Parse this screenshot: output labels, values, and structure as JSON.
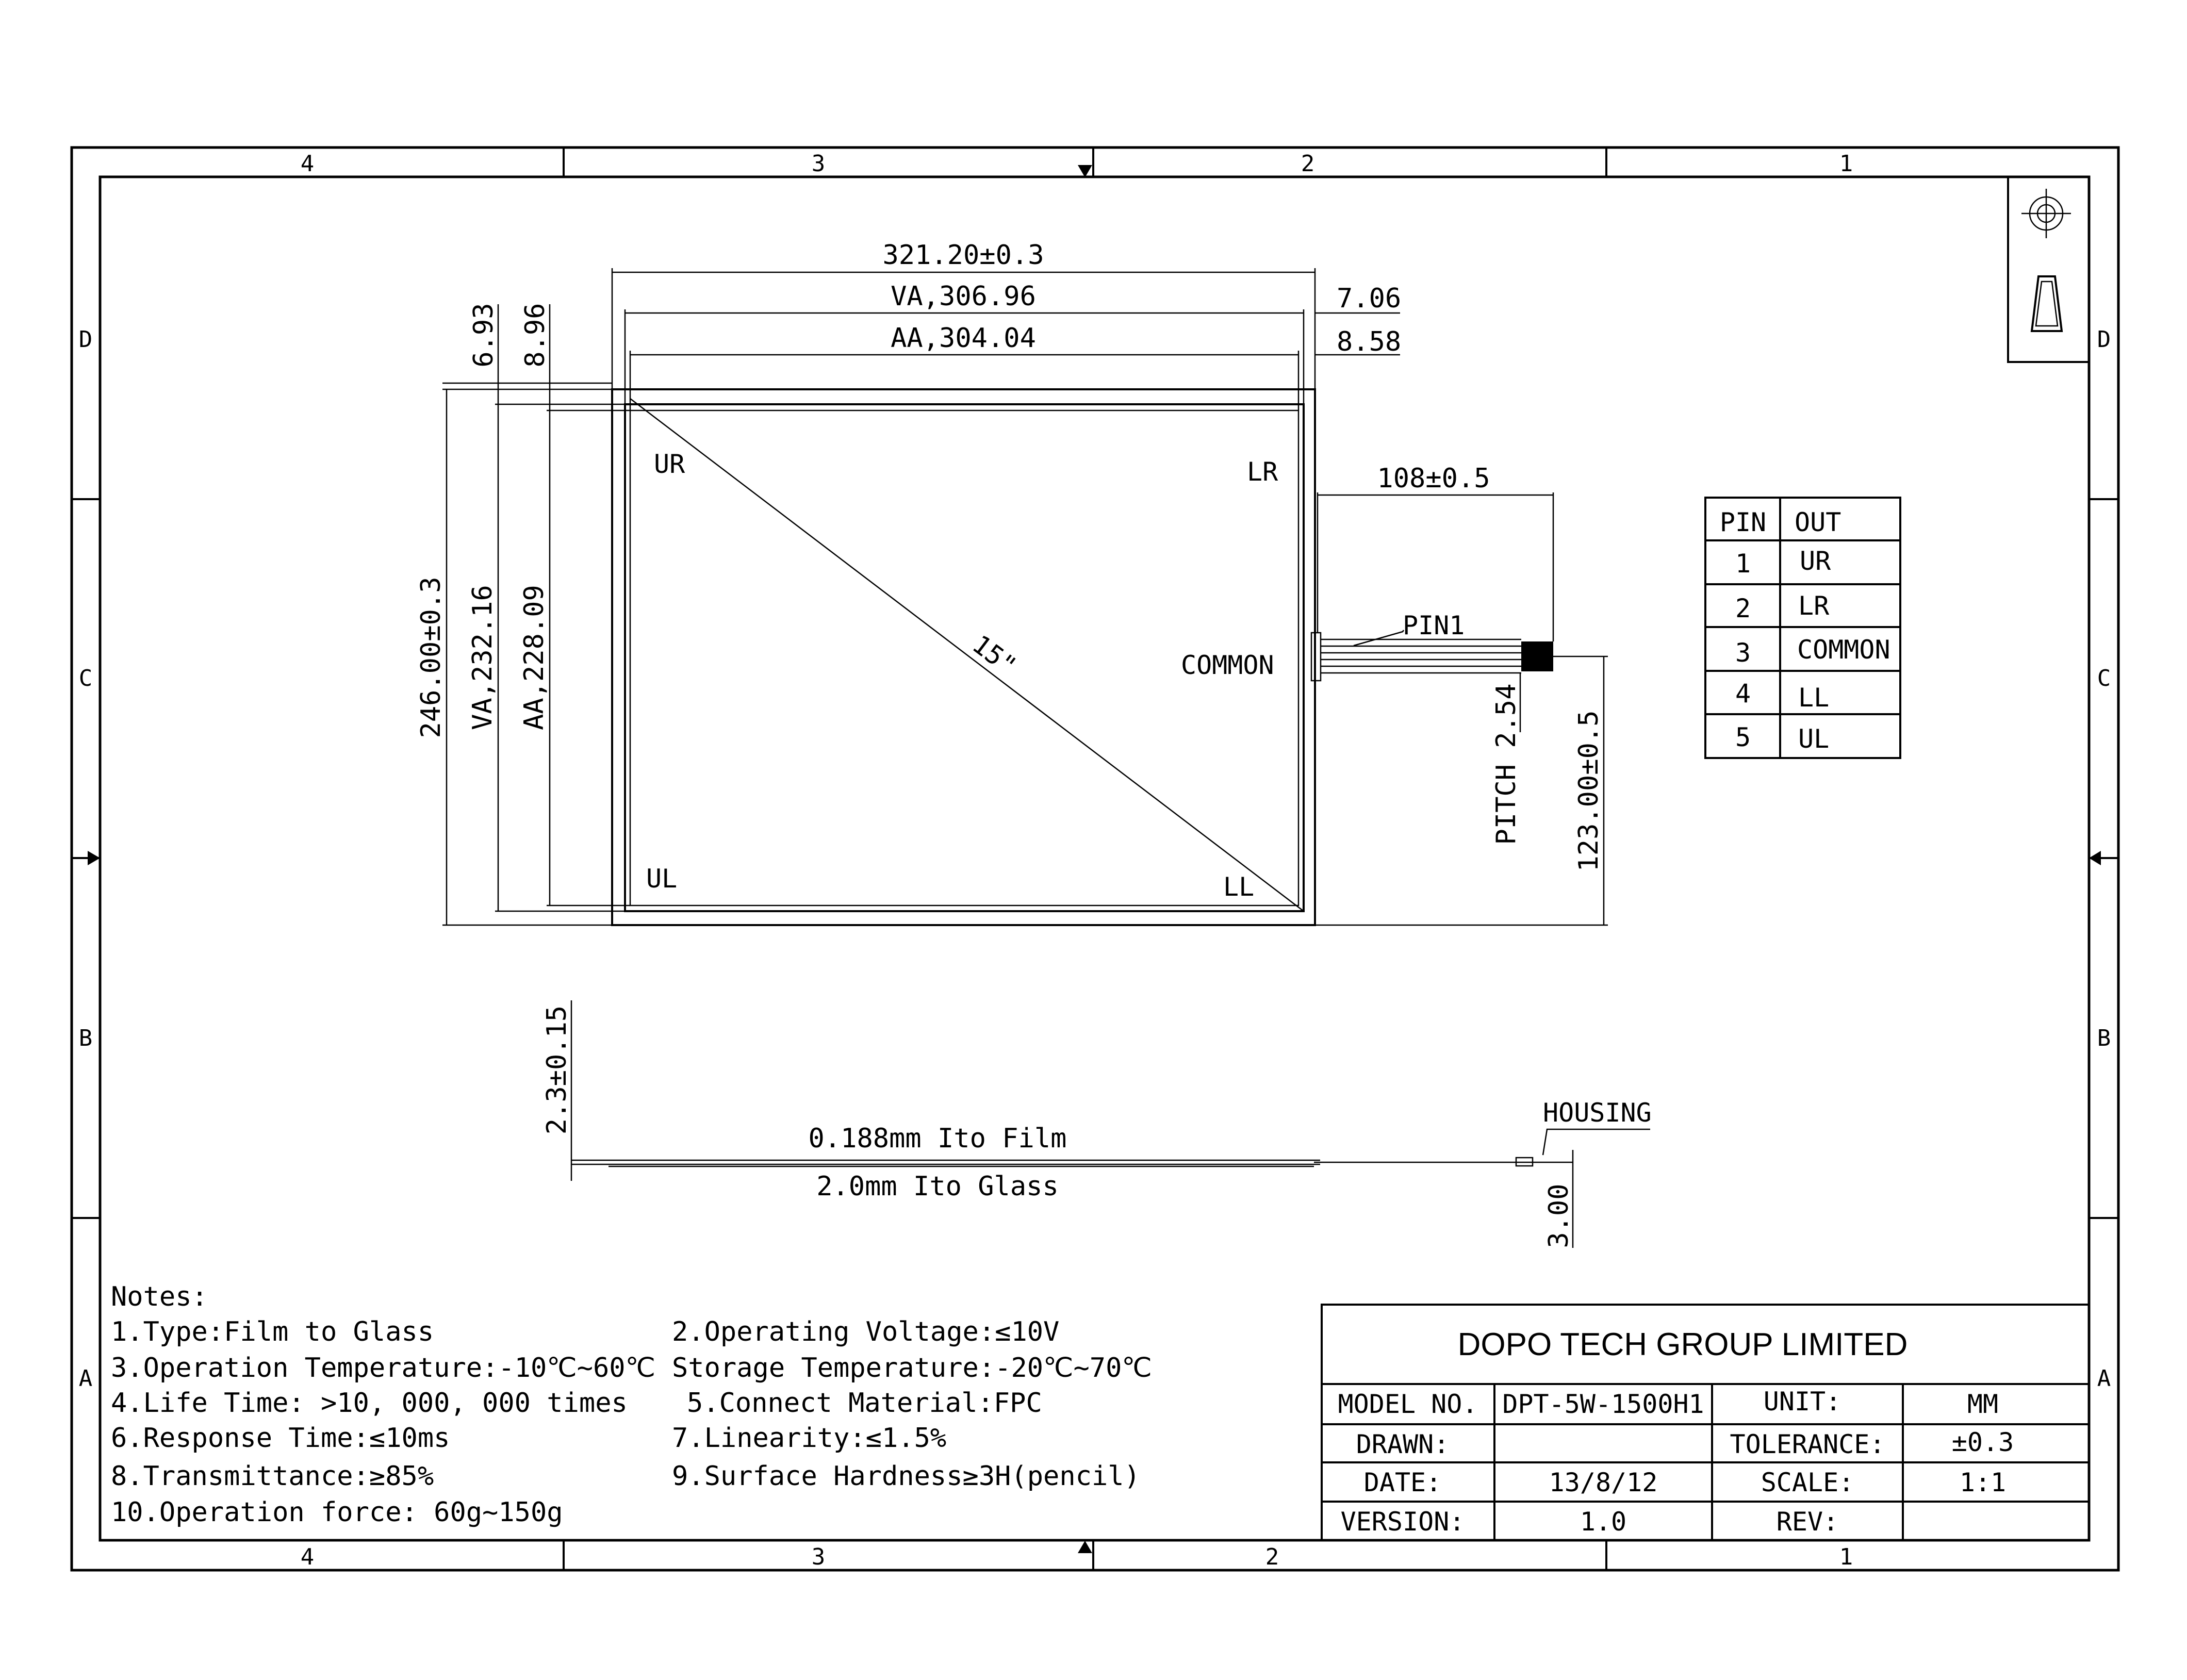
{
  "zones": {
    "columns_top": [
      "4",
      "3",
      "2",
      "1"
    ],
    "columns_bottom": [
      "4",
      "3",
      "2",
      "1"
    ],
    "rows_left": [
      "D",
      "C",
      "B",
      "A"
    ],
    "rows_right": [
      "D",
      "C",
      "B",
      "A"
    ]
  },
  "dimensions": {
    "overall_width": "321.20±0.3",
    "va_width": "VA,306.96",
    "aa_width": "AA,304.04",
    "right_offset_va": "7.06",
    "right_offset_aa": "8.58",
    "top_offset_va": "6.93",
    "top_offset_aa": "8.96",
    "overall_height": "246.00±0.3",
    "va_height": "VA,232.16",
    "aa_height": "AA,228.09",
    "tail_length": "108±0.5",
    "tail_position": "123.00±0.5",
    "pitch": "PITCH 2.54",
    "thickness": "2.3±0.15",
    "housing_height": "3.00"
  },
  "panel_labels": {
    "ur": "UR",
    "lr": "LR",
    "ul": "UL",
    "ll": "LL",
    "diagonal": "15\"",
    "common": "COMMON",
    "pin1": "PIN1"
  },
  "side_view": {
    "film": "0.188mm Ito Film",
    "glass": "2.0mm Ito Glass",
    "housing": "HOUSING"
  },
  "pin_table": {
    "headers": [
      "PIN",
      "OUT"
    ],
    "rows": [
      [
        "1",
        "UR"
      ],
      [
        "2",
        "LR"
      ],
      [
        "3",
        "COMMON"
      ],
      [
        "4",
        "LL"
      ],
      [
        "5",
        "UL"
      ]
    ]
  },
  "notes": {
    "heading": "Notes:",
    "items": [
      "1.Type:Film to Glass",
      "2.Operating Voltage:≤10V",
      "3.Operation Temperature:-10℃~60℃",
      "Storage Temperature:-20℃~70℃",
      "4.Life Time: >10, 000, 000 times",
      "5.Connect Material:FPC",
      "6.Response Time:≤10ms",
      "7.Linearity:≤1.5%",
      "8.Transmittance:≥85%",
      "9.Surface Hardness≥3H(pencil)",
      "10.Operation force: 60g~150g"
    ]
  },
  "title_block": {
    "company": "DOPO TECH GROUP LIMITED",
    "model_label": "MODEL NO.",
    "model_value": "DPT-5W-1500H1",
    "unit_label": "UNIT:",
    "unit_value": "MM",
    "drawn_label": "DRAWN:",
    "drawn_value": "",
    "tolerance_label": "TOLERANCE:",
    "tolerance_value": "±0.3",
    "date_label": "DATE:",
    "date_value": "13/8/12",
    "scale_label": "SCALE:",
    "scale_value": "1:1",
    "version_label": "VERSION:",
    "version_value": "1.0",
    "rev_label": "REV:",
    "rev_value": ""
  }
}
